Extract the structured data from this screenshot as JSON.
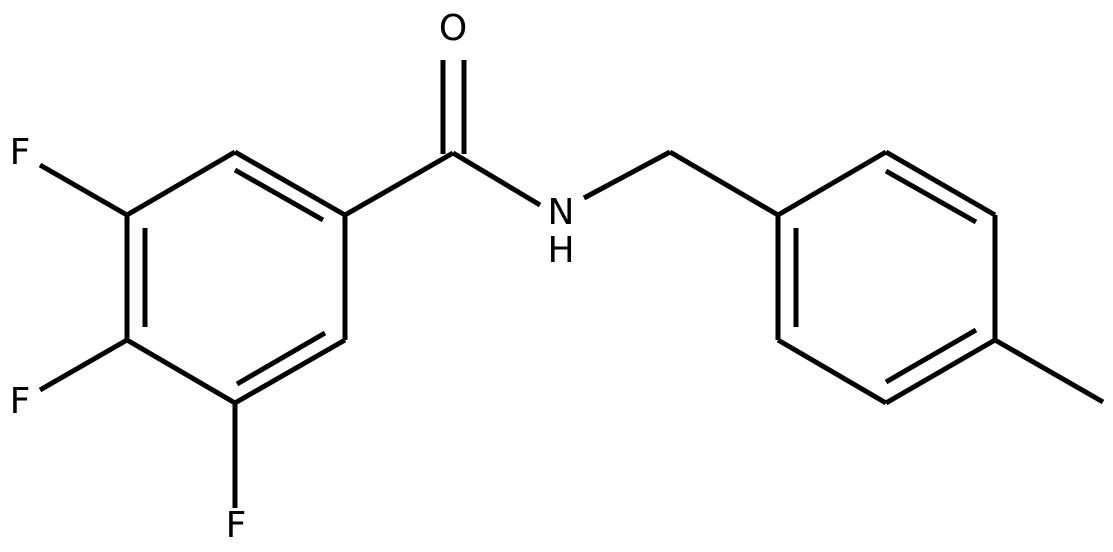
{
  "structure": {
    "atoms": {
      "oxygen": "O",
      "nitrogen": "N",
      "hydrogen": "H",
      "fluorine_top": "F",
      "fluorine_middle": "F",
      "fluorine_bottom": "F"
    }
  }
}
